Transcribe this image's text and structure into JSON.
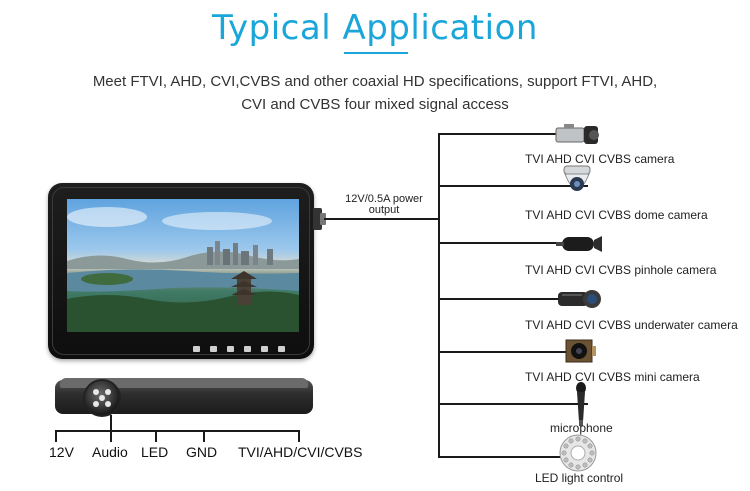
{
  "header": {
    "title": "Typical Application",
    "subtitle_line1": "Meet FTVI, AHD, CVI,CVBS and other coaxial HD specifications, support FTVI, AHD,",
    "subtitle_line2": "CVI and CVBS four mixed signal access"
  },
  "diagram": {
    "power_label_line1": "12V/0.5A power",
    "power_label_line2": "output",
    "devices": [
      {
        "label": "TVI AHD CVI CVBS camera",
        "icon": "box-camera-icon"
      },
      {
        "label": "TVI AHD CVI CVBS dome camera",
        "icon": "dome-camera-icon"
      },
      {
        "label": "TVI AHD  CVI CVBS pinhole camera",
        "icon": "pinhole-camera-icon"
      },
      {
        "label": "TVI AHD CVI CVBS underwater camera",
        "icon": "underwater-camera-icon"
      },
      {
        "label": "TVI AHD CVI CVBS mini camera",
        "icon": "mini-camera-icon"
      },
      {
        "label": "microphone",
        "icon": "microphone-icon"
      },
      {
        "label": "LED light control",
        "icon": "led-ring-icon"
      }
    ],
    "pins": [
      "12V",
      "Audio",
      "LED",
      "GND",
      "TVI/AHD/CVI/CVBS"
    ]
  },
  "colors": {
    "accent": "#1aa6d9",
    "line": "#1a1a1a"
  }
}
